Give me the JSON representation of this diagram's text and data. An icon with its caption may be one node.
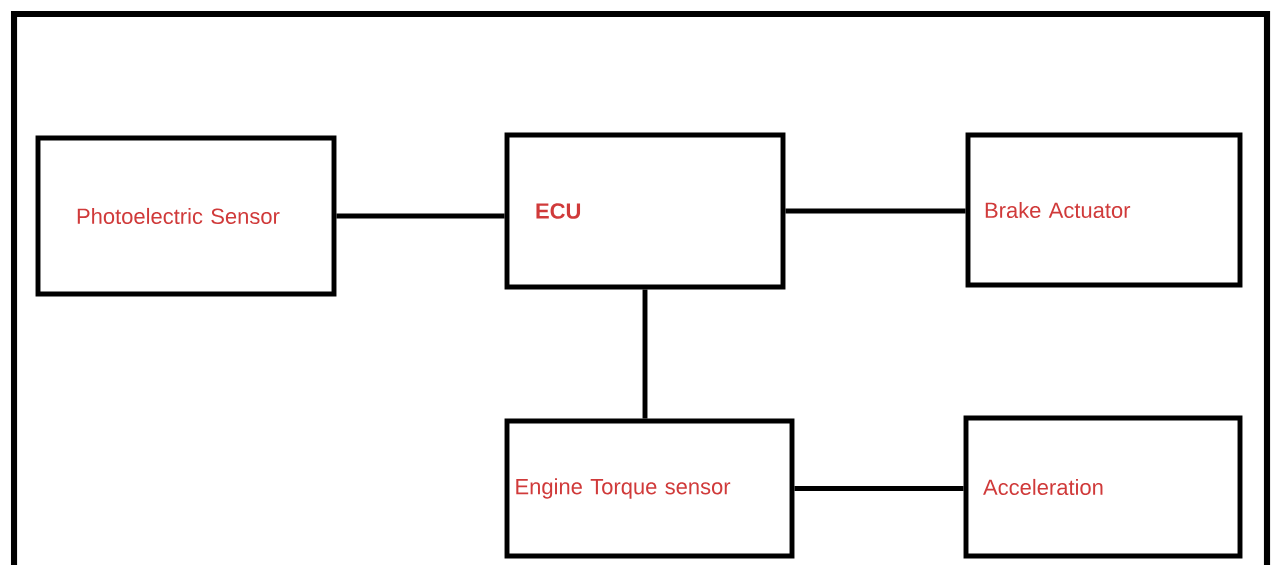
{
  "diagram": {
    "nodes": [
      {
        "text": [
          "Photoelectric Sensor"
        ]
      },
      {
        "text": [
          "ECU"
        ]
      },
      {
        "text": [
          "Brake Actuator"
        ]
      },
      {
        "text": [
          "Engine Torque sensor"
        ]
      },
      {
        "text": [
          "Acceleration"
        ]
      }
    ],
    "edges": [
      {
        "from": 0,
        "to": 1,
        "arrow": "none"
      },
      {
        "from": 1,
        "to": 2,
        "arrow": "none"
      },
      {
        "from": 1,
        "to": 3,
        "arrow": "none"
      },
      {
        "from": 3,
        "to": 4,
        "arrow": "none"
      }
    ]
  }
}
